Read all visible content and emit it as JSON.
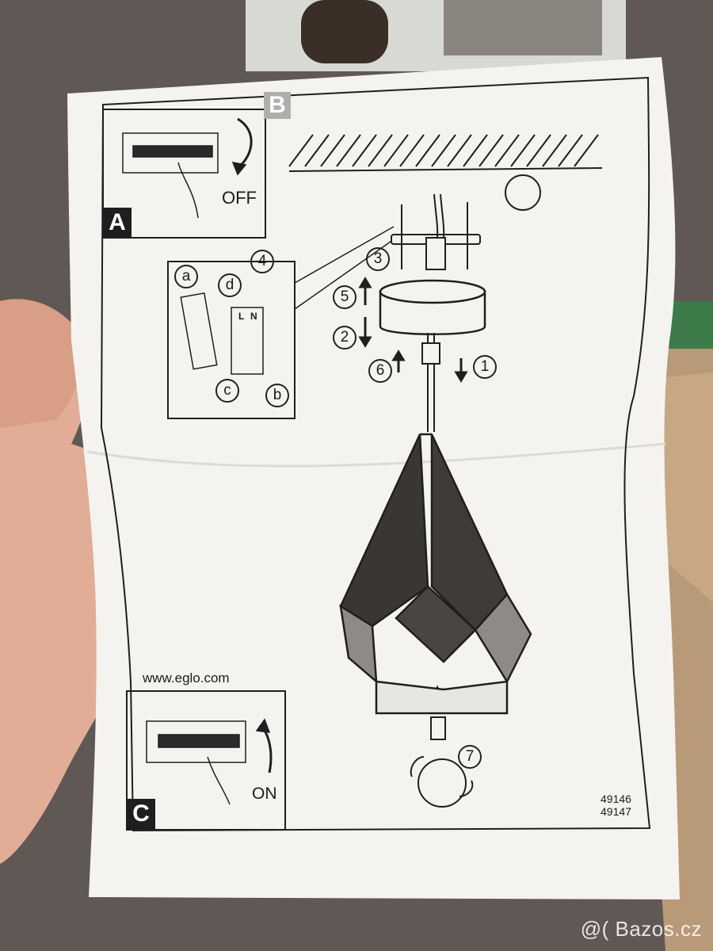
{
  "panels": {
    "a": {
      "letter": "A",
      "switch_label": "OFF"
    },
    "b": {
      "letter": "B"
    },
    "c": {
      "letter": "C",
      "switch_label": "ON",
      "website": "www.eglo.com"
    }
  },
  "detail": {
    "a": "a",
    "b": "b",
    "c": "c",
    "d": "d",
    "terminal_l": "L",
    "terminal_n": "N"
  },
  "steps": {
    "s1": "1",
    "s2": "2",
    "s3": "3",
    "s4": "4",
    "s5": "5",
    "s6": "6",
    "s7": "7"
  },
  "model_numbers": {
    "first": "49146",
    "second": "49147"
  },
  "watermark": "@( Bazos.cz",
  "colors": {
    "paper": "#f4f3f0",
    "ink": "#1b1b1b",
    "background": "#5e5653",
    "nail": "#7a1420",
    "skin": "#e7b7a1"
  }
}
